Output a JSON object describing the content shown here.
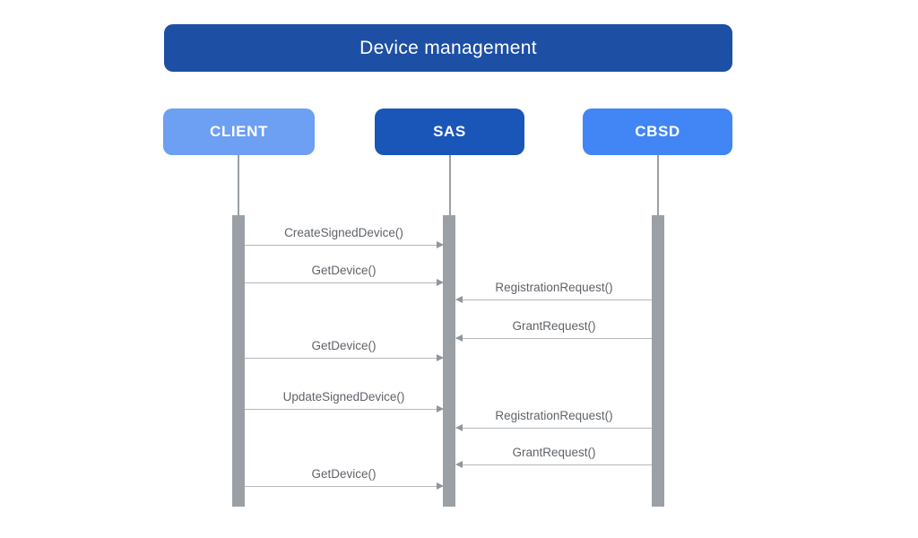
{
  "title": "Device management",
  "colors": {
    "title_bg": "#1d4fa5",
    "client_bg": "#6d9ff2",
    "sas_bg": "#1a56b8",
    "cbsd_bg": "#4285f4",
    "lifeline": "#9aa0a6",
    "activation_bar": "#9aa0a6",
    "arrow_line": "#b3b9be",
    "arrow_head": "#8f969c",
    "message_text": "#5f6368",
    "actor_text": "#ffffff"
  },
  "actors": [
    {
      "id": "client",
      "label": "CLIENT"
    },
    {
      "id": "sas",
      "label": "SAS"
    },
    {
      "id": "cbsd",
      "label": "CBSD"
    }
  ],
  "messages": [
    {
      "label": "CreateSignedDevice()",
      "from": "CLIENT",
      "to": "SAS",
      "direction": "right"
    },
    {
      "label": "GetDevice()",
      "from": "CLIENT",
      "to": "SAS",
      "direction": "right"
    },
    {
      "label": "RegistrationRequest()",
      "from": "CBSD",
      "to": "SAS",
      "direction": "left"
    },
    {
      "label": "GrantRequest()",
      "from": "CBSD",
      "to": "SAS",
      "direction": "left"
    },
    {
      "label": "GetDevice()",
      "from": "CLIENT",
      "to": "SAS",
      "direction": "right"
    },
    {
      "label": "UpdateSignedDevice()",
      "from": "CLIENT",
      "to": "SAS",
      "direction": "right"
    },
    {
      "label": "RegistrationRequest()",
      "from": "CBSD",
      "to": "SAS",
      "direction": "left"
    },
    {
      "label": "GrantRequest()",
      "from": "CBSD",
      "to": "SAS",
      "direction": "left"
    },
    {
      "label": "GetDevice()",
      "from": "CLIENT",
      "to": "SAS",
      "direction": "right"
    }
  ]
}
